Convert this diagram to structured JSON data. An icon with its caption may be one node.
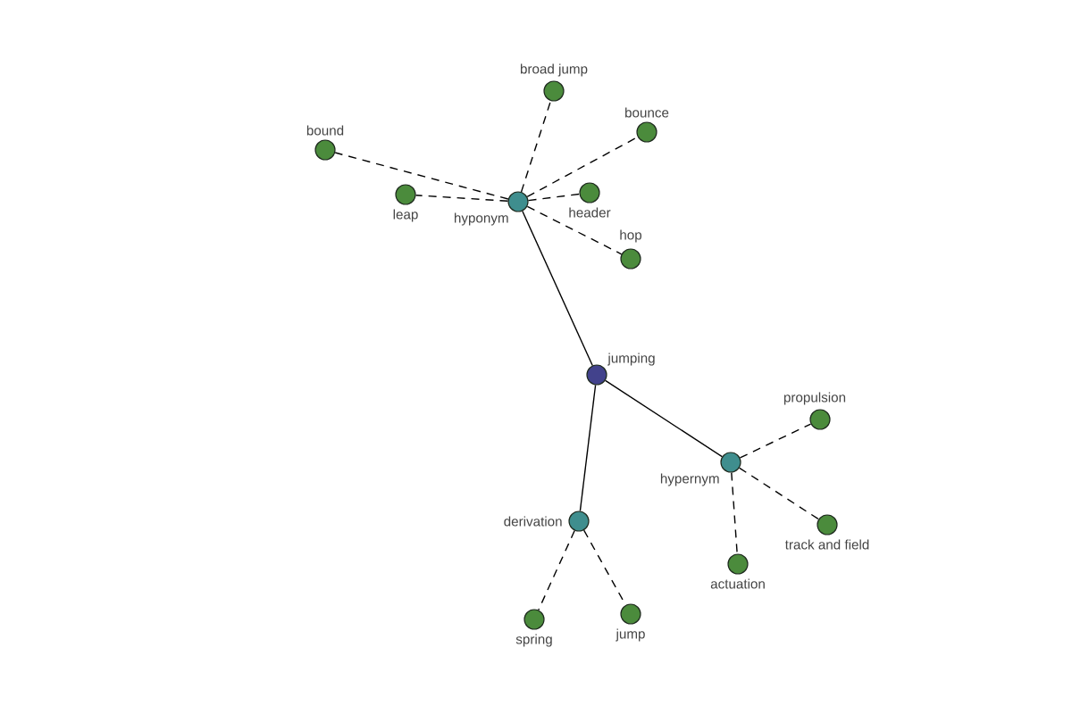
{
  "diagram": {
    "nodes": [
      {
        "text": [
          "jumping"
        ]
      },
      {
        "text": [
          "hyponym"
        ]
      },
      {
        "text": [
          "broad jump"
        ]
      },
      {
        "text": [
          "bound"
        ]
      },
      {
        "text": [
          "leap"
        ]
      },
      {
        "text": [
          "bounce"
        ]
      },
      {
        "text": [
          "header"
        ]
      },
      {
        "text": [
          "hop"
        ]
      },
      {
        "text": [
          "hypernym"
        ]
      },
      {
        "text": [
          "propulsion"
        ]
      },
      {
        "text": [
          "track and field"
        ]
      },
      {
        "text": [
          "actuation"
        ]
      },
      {
        "text": [
          "derivation"
        ]
      },
      {
        "text": [
          "spring"
        ]
      },
      {
        "text": [
          "jump"
        ]
      }
    ],
    "edges": [
      {
        "from": 0,
        "to": 1,
        "arrow": "none"
      },
      {
        "from": 0,
        "to": 8,
        "arrow": "none"
      },
      {
        "from": 0,
        "to": 12,
        "arrow": "none"
      },
      {
        "from": 1,
        "to": 2,
        "arrow": "none",
        "style": "dashed"
      },
      {
        "from": 1,
        "to": 3,
        "arrow": "none",
        "style": "dashed"
      },
      {
        "from": 1,
        "to": 4,
        "arrow": "none",
        "style": "dashed"
      },
      {
        "from": 1,
        "to": 5,
        "arrow": "none",
        "style": "dashed"
      },
      {
        "from": 1,
        "to": 6,
        "arrow": "none",
        "style": "dashed"
      },
      {
        "from": 1,
        "to": 7,
        "arrow": "none",
        "style": "dashed"
      },
      {
        "from": 8,
        "to": 9,
        "arrow": "none",
        "style": "dashed"
      },
      {
        "from": 8,
        "to": 10,
        "arrow": "none",
        "style": "dashed"
      },
      {
        "from": 8,
        "to": 11,
        "arrow": "none",
        "style": "dashed"
      },
      {
        "from": 12,
        "to": 13,
        "arrow": "none",
        "style": "dashed"
      },
      {
        "from": 12,
        "to": 14,
        "arrow": "none",
        "style": "dashed"
      }
    ]
  }
}
